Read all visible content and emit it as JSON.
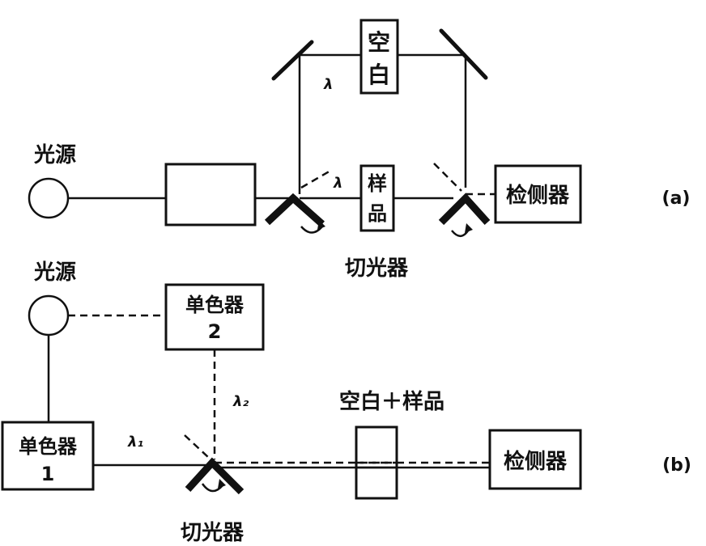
{
  "panel_a": {
    "label": "(a)",
    "source_label": "光源",
    "blank_label": [
      "空",
      "白"
    ],
    "sample_label": [
      "样",
      "品"
    ],
    "detector_label": "检侧器",
    "chopper_label": "切光器",
    "lambda_top": "λ",
    "lambda_mid": "λ"
  },
  "panel_b": {
    "label": "(b)",
    "source_label": "光源",
    "mono1_label": [
      "单色器",
      "1"
    ],
    "mono2_label": [
      "单色器",
      "2"
    ],
    "lambda1": "λ₁",
    "lambda2": "λ₂",
    "cell_label": "空白＋样品",
    "detector_label": "检侧器",
    "chopper_label": "切光器"
  }
}
